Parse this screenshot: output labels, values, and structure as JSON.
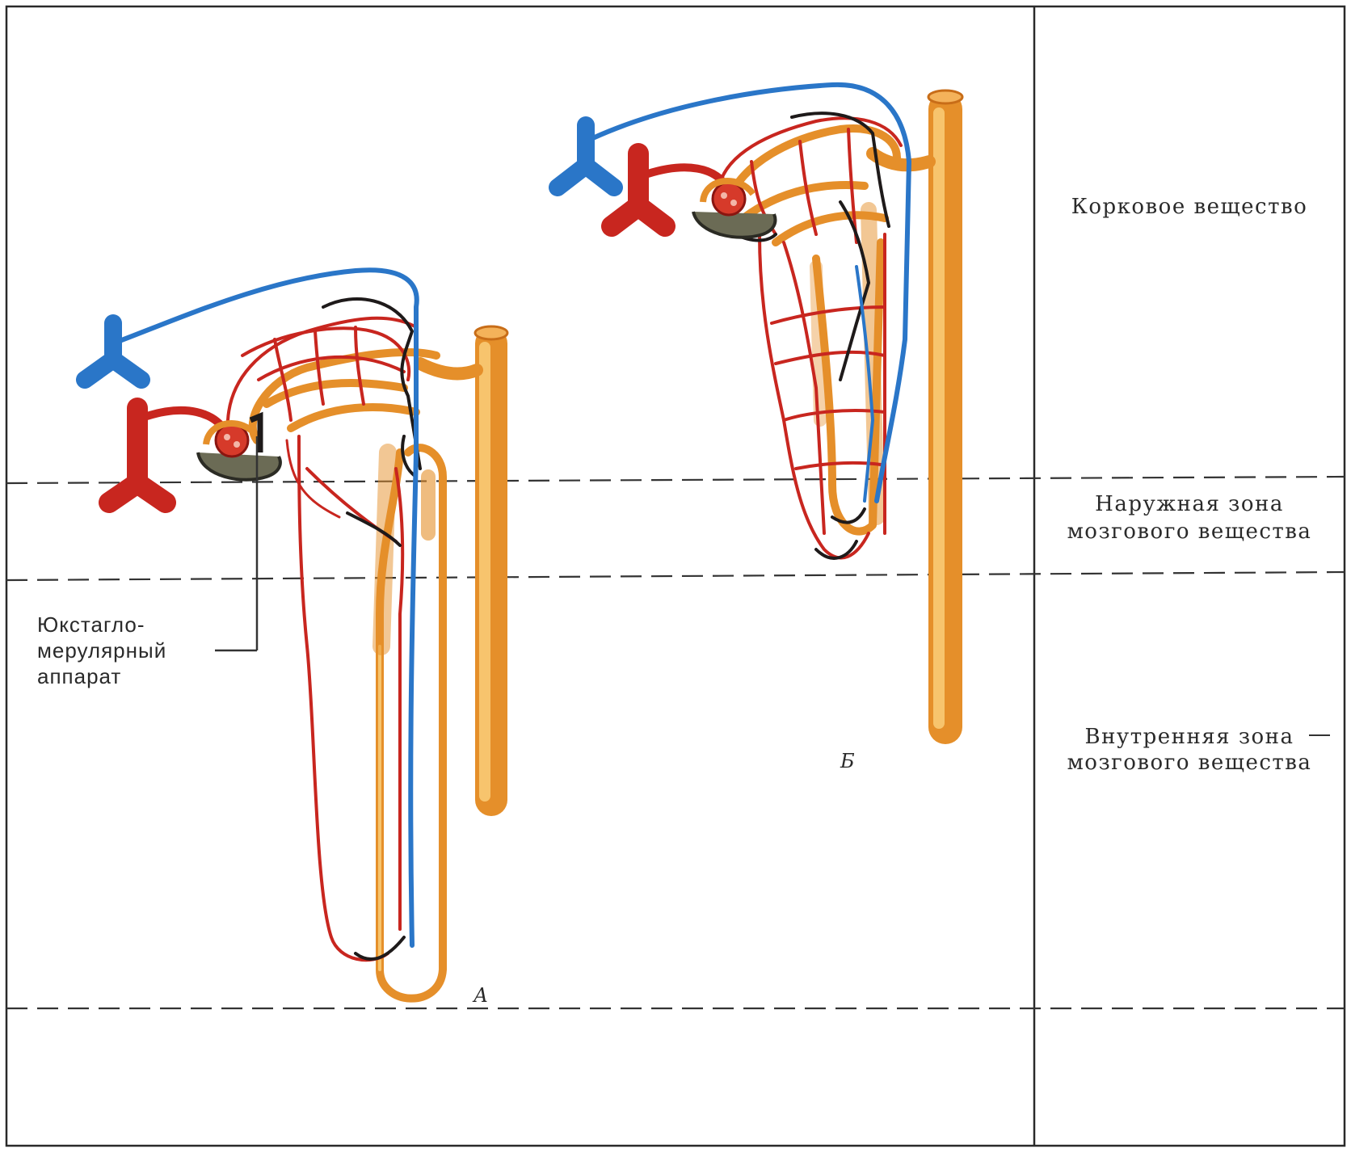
{
  "zones": {
    "cortex": "Корковое вещество",
    "outer_medulla_line1": "Наружная зона",
    "outer_medulla_line2": "мозгового вещества",
    "inner_medulla_line1": "Внутренняя зона",
    "inner_medulla_line2": "мозгового вещества"
  },
  "jga_label": {
    "line1": "Юкстагло-",
    "line2": "мерулярный",
    "line3": "аппарат"
  },
  "panels": {
    "juxtamedullary_letter": "А",
    "cortical_letter": "Б"
  },
  "colors": {
    "artery": "#c8261f",
    "vein": "#2a76c8",
    "tubule": "#e58f2a",
    "tubule_highlight": "#f7c46d",
    "dark_capillary": "#1e1a1a",
    "line": "#333333"
  }
}
